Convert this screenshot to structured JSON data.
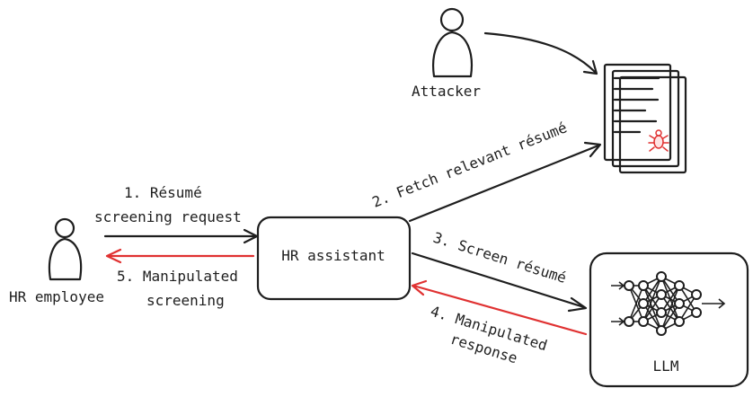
{
  "actors": {
    "hr_employee": "HR employee",
    "attacker": "Attacker"
  },
  "nodes": {
    "hr_assistant": "HR assistant",
    "llm": "LLM"
  },
  "steps": {
    "step1_line1": "1. Résumé",
    "step1_line2": "screening request",
    "step2": "2. Fetch relevant résumé",
    "step3": "3. Screen résumé",
    "step4_line1": "4. Manipulated",
    "step4_line2": "response",
    "step5_line1": "5. Manipulated",
    "step5_line2": "screening"
  },
  "colors": {
    "hr_employee_fill": "#40c057",
    "attacker_fill": "#e03131",
    "assistant_fill": "#d3f9d8",
    "malicious_arrow": "#e03131",
    "ink": "#1e1e1e"
  }
}
